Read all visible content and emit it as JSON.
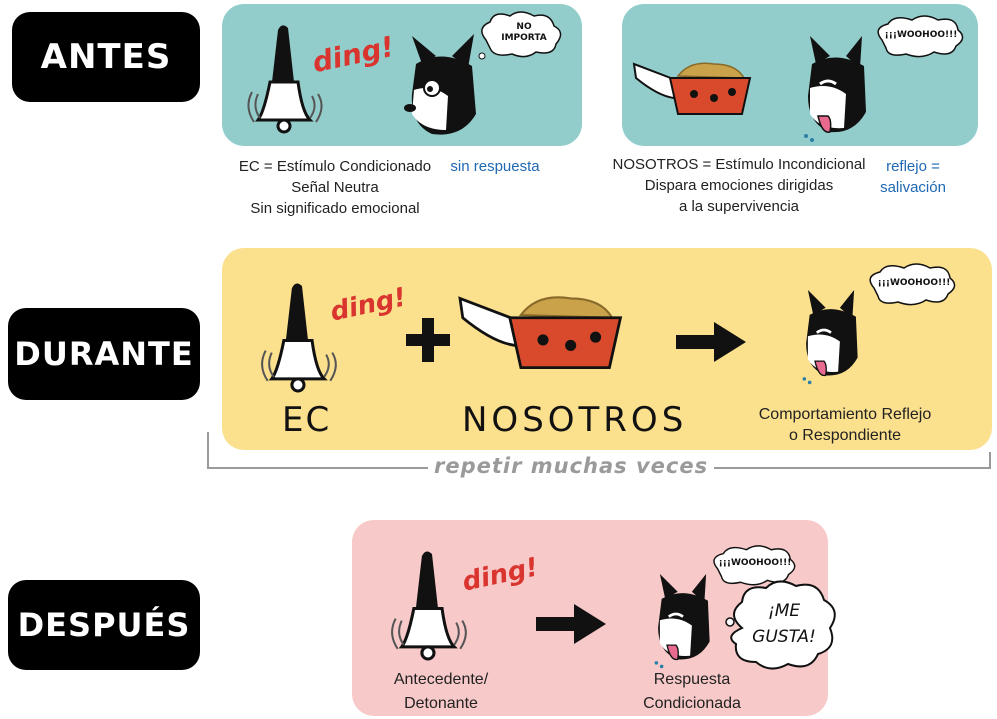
{
  "stages": {
    "before": "ANTES",
    "during": "DURANTE",
    "after": "DESPUÉS"
  },
  "before": {
    "ding": "ding!",
    "bubble_left": "NO IMPORTA",
    "bubble_right": "¡¡¡WOOHOO!!!",
    "caption_left": [
      "EC = Estímulo Condicionado",
      "Señal Neutra",
      "Sin significado emocional"
    ],
    "response_left": "sin respuesta",
    "caption_right": [
      "NOSOTROS = Estímulo Incondicional",
      "Dispara emociones dirigidas",
      "a la supervivencia"
    ],
    "response_right": [
      "reflejo =",
      "salivación"
    ]
  },
  "during": {
    "ding": "ding!",
    "bubble": "¡¡¡WOOHOO!!!",
    "ec_label": "EC",
    "nosotros_label": "NOSOTROS",
    "result": [
      "Comportamiento Reflejo",
      "o Respondiente"
    ],
    "repeat": "repetir muchas veces"
  },
  "after": {
    "ding": "ding!",
    "bubble": "¡¡¡WOOHOO!!!",
    "thought": [
      "¡ME",
      "GUSTA!"
    ],
    "antecedent": [
      "Antecedente/",
      "Detonante"
    ],
    "response": [
      "Respuesta",
      "Condicionada"
    ]
  },
  "colors": {
    "teal": "#93cdcb",
    "yellow": "#fbe08e",
    "pink": "#f7c9c9",
    "ding_red": "#d9342e",
    "bowl_red": "#d84a2b",
    "caption_blue": "#1f68b3"
  }
}
